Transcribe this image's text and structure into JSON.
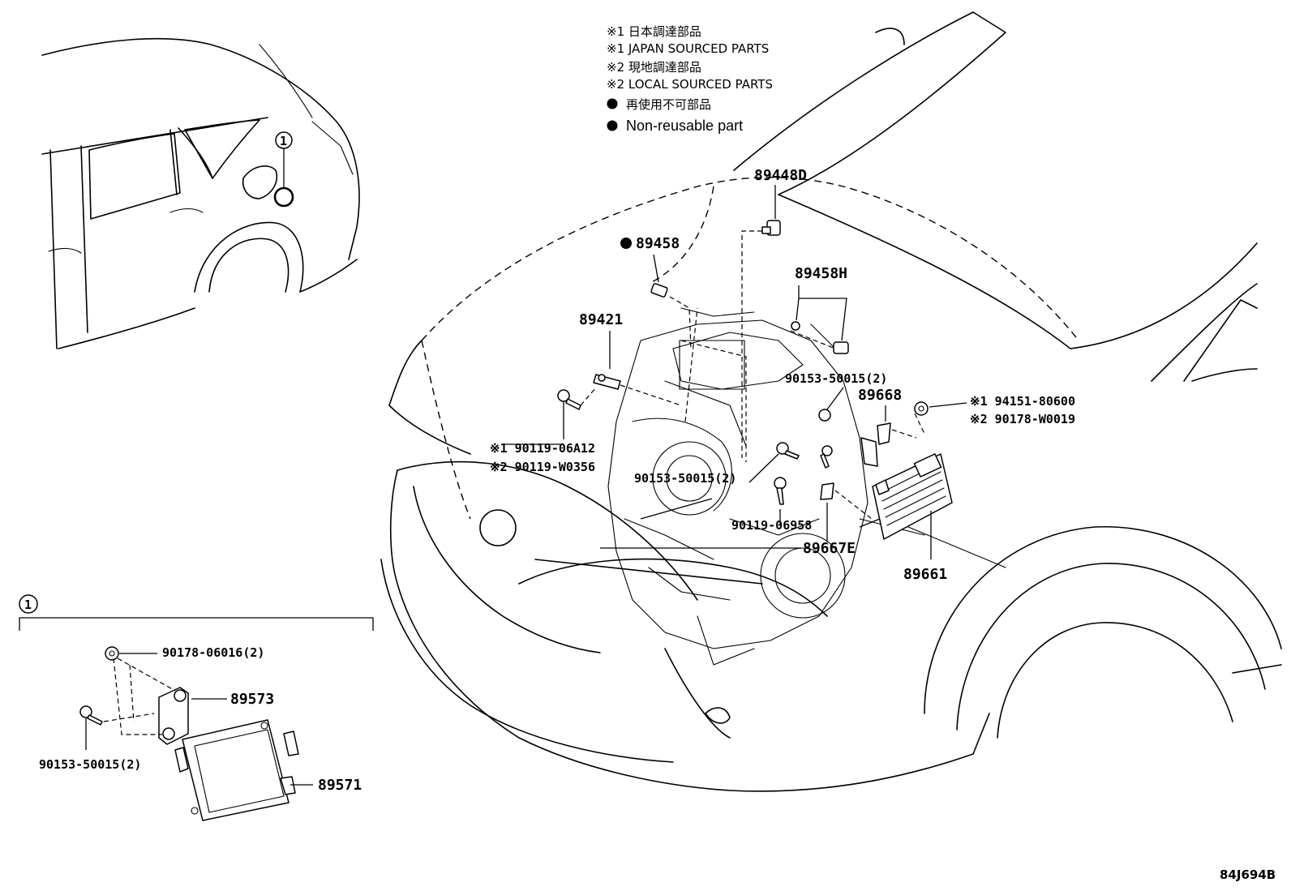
{
  "legend": {
    "line1": "※1 日本調達部品",
    "line2": "※1 JAPAN SOURCED PARTS",
    "line3": "※2 現地調達部品",
    "line4": "※2 LOCAL SOURCED PARTS",
    "line5": "再使用不可部品",
    "line6": "Non-reusable part"
  },
  "callouts": {
    "inset_marker": "1",
    "detail_marker": "1"
  },
  "parts": {
    "p89448D": "89448D",
    "p89458": "89458",
    "p89458H": "89458H",
    "p89421": "89421",
    "p90153_a": "90153-50015(2)",
    "p89668": "89668",
    "p94151_j": "※1 94151-80600",
    "p90178_l": "※2 90178-W0019",
    "p90119_j": "※1 90119-06A12",
    "p90119_l": "※2 90119-W0356",
    "p90153_b": "90153-50015(2)",
    "p90119_06958": "90119-06958",
    "p89667E": "89667E",
    "p89661": "89661",
    "p90178_06016": "90178-06016(2)",
    "p89573": "89573",
    "p90153_c": "90153-50015(2)",
    "p89571": "89571"
  },
  "diagram_code": "84J694B"
}
